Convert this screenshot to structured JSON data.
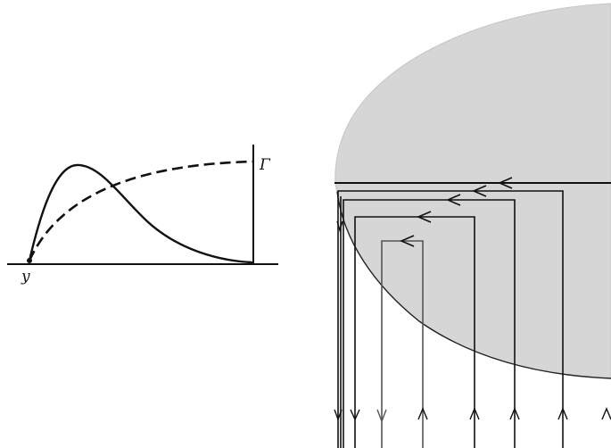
{
  "labels": {
    "left_origin": "y",
    "left_end": "Γ"
  },
  "colors": {
    "background": "#ffffff",
    "ink": "#111111",
    "shaded_region": "#d6d6d6",
    "shaded_region_edge": "#c6c6c6",
    "faint_line": "#9a9a9a"
  },
  "left_panel": {
    "curves": [
      {
        "name": "solid-peaked-curve",
        "style": "solid"
      },
      {
        "name": "dashed-saturating-curve",
        "style": "dashed"
      }
    ]
  },
  "right_panel": {
    "nested_loop_count": 5,
    "arrow_direction_on_top_segments": "left",
    "arrow_direction_on_right_verticals": "up",
    "arrow_direction_on_left_verticals": "down"
  }
}
